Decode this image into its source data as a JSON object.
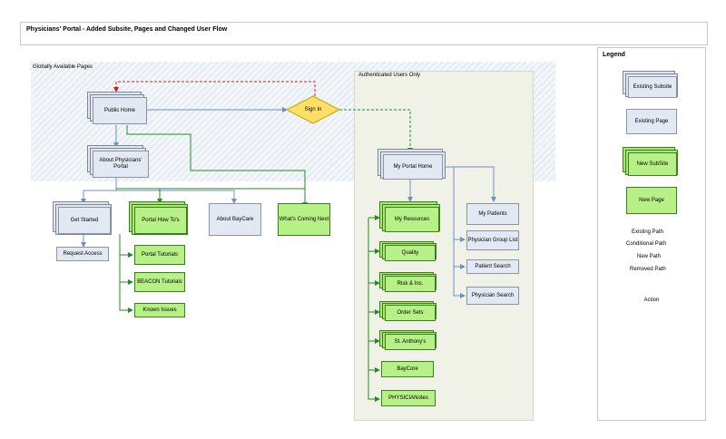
{
  "title": "Physicians' Portal - Added Subsite, Pages and Changed User Flow",
  "regions": {
    "global": "Globally Available Pages",
    "auth": "Authenticated Users Only"
  },
  "nodes": {
    "public_home": "Public Home",
    "sign_in": "Sign In",
    "about_portal": "About Physicians' Portal",
    "my_portal_home": "My Portal Home",
    "get_started": "Get Started",
    "request_access": "Request Access",
    "portal_howtos": "Portal How To's",
    "portal_tutorials": "Portal Tutorials",
    "beacon_tutorials": "BEACON Tutorials",
    "known_issues": "Known Issues",
    "about_baycare": "About BayCare",
    "whats_coming": "What's Coming Next",
    "my_resources": "My Resources",
    "quality": "Quality",
    "risk": "Risk & Ins.",
    "order_sets": "Order Sets",
    "st_anthonys": "St. Anthony's",
    "baycore": "BayCore",
    "physicianotes": "PHYSICIANotes",
    "my_patients": "My Patients",
    "physician_group_list": "Physician Group List",
    "patient_search": "Patient Search",
    "physician_search": "Physician Search"
  },
  "legend": {
    "title": "Legend",
    "existing_subsite": "Existing Subsite",
    "existing_page": "Existing Page",
    "new_subsite": "New SubSite",
    "new_page": "New Page",
    "existing_path": "Existing Path",
    "conditional_path": "Conditional Path",
    "new_path": "New Path",
    "removed_path": "Removed Path",
    "action": "Action"
  },
  "colors": {
    "existing": "#6f8fc4",
    "new": "#1f8f1f",
    "removed": "#cc2222",
    "diamond": "#ffe066",
    "new_fill": "#b6f086",
    "existing_fill": "#e3e9f2"
  }
}
